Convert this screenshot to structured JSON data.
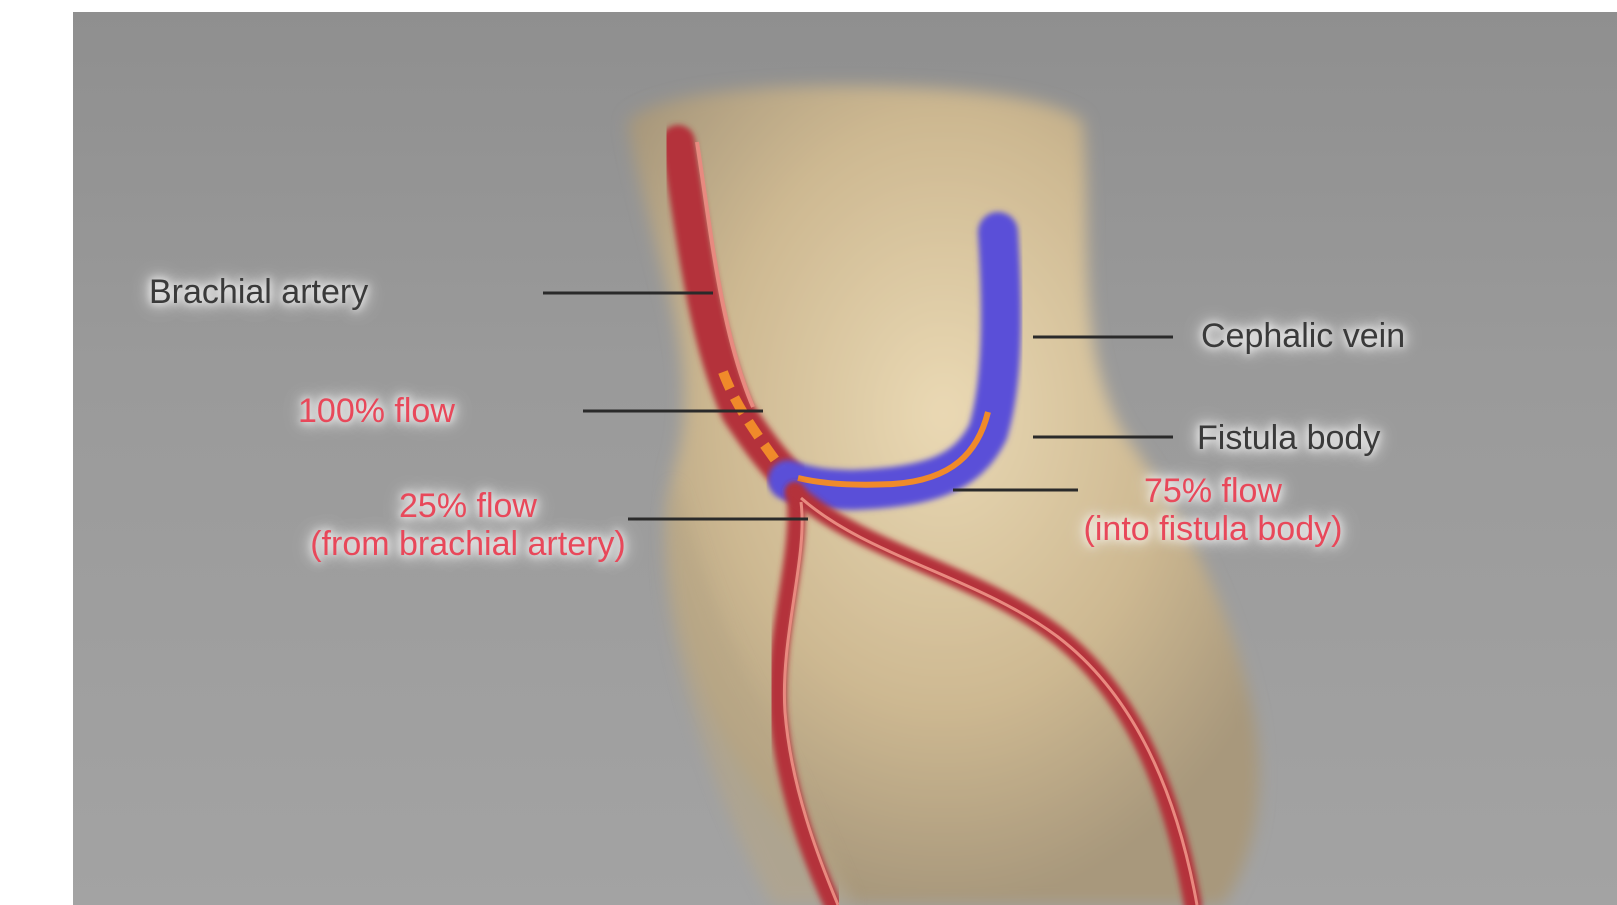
{
  "labels": {
    "brachial_artery": "Brachial artery",
    "cephalic_vein": "Cephalic vein",
    "flow_100": "100% flow",
    "fistula_body": "Fistula body",
    "flow_25_line1": "25% flow",
    "flow_25_line2": "(from brachial artery)",
    "flow_75_line1": "75% flow",
    "flow_75_line2": "(into fistula body)"
  },
  "colors": {
    "background": "#9a9a9a",
    "artery": "#b4303a",
    "vein": "#5a4fd8",
    "flow": "#f08a2a",
    "skin": "#d9c6a0",
    "label_dark": "#3a3a3a",
    "label_red": "#e8485a"
  }
}
